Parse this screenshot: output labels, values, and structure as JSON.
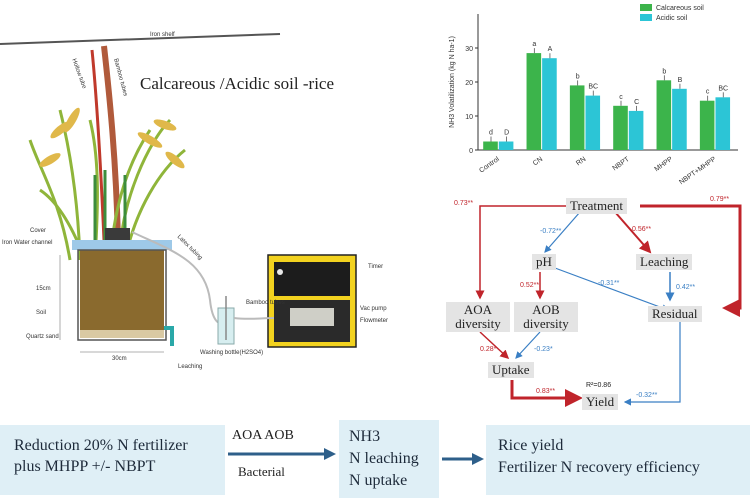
{
  "illustration": {
    "title": "Calcareous /Acidic soil -rice",
    "labels": {
      "iron_shelf": "Iron shelf",
      "cover": "Cover",
      "iron_water_channel": "Iron Water channel",
      "15cm": "15cm",
      "soil": "Soil",
      "quartz_sand": "Quartz sand",
      "30cm": "30cm",
      "leaching": "Leaching",
      "latex_tubing": "Latex tubing",
      "timer": "Timer",
      "vac_pump": "Vac pump",
      "flowmeter": "Flowmeter",
      "washing_bottle": "Washing bottle(H2SO4)",
      "bamboo_tube": "Bamboo tubes",
      "hollow_tube": "Hollow tube"
    }
  },
  "chart_data": {
    "type": "bar",
    "ylabel": "NH3 Volatilization (kg N ha-1)",
    "ylim": [
      0,
      40
    ],
    "yticks": [
      0,
      10,
      20,
      30
    ],
    "categories": [
      "Control",
      "CN",
      "RN",
      "NBPT",
      "MHPP",
      "NBPT+MHPP"
    ],
    "series": [
      {
        "name": "Calcareous soil",
        "color": "#3cb44b",
        "values": [
          2.5,
          28.5,
          19,
          13,
          20.5,
          14.5
        ],
        "letters": [
          "d",
          "a",
          "b",
          "c",
          "b",
          "c"
        ]
      },
      {
        "name": "Acidic soil",
        "color": "#2cc5d6",
        "values": [
          2.5,
          27,
          16,
          11.5,
          18,
          15.5
        ],
        "letters": [
          "D",
          "A",
          "BC",
          "C",
          "B",
          "BC"
        ]
      }
    ]
  },
  "path_model": {
    "nodes": {
      "treatment": "Treatment",
      "ph": "pH",
      "leaching": "Leaching",
      "aoa": "AOA diversity",
      "aob": "AOB diversity",
      "residual": "Residual",
      "uptake": "Uptake",
      "yield": "Yield"
    },
    "coefficients": {
      "t_aoa": "0.73**",
      "t_ph": "-0.72**",
      "t_leach": "0.56**",
      "t_res": "0.79**",
      "ph_aob": "0.52**",
      "ph_res": "-0.31**",
      "leach_res": "0.42**",
      "aoa_up": "0.28*",
      "aob_up": "-0.23*",
      "up_yield": "0.83**",
      "res_yield": "-0.32**",
      "yield_r2": "R²=0.86"
    }
  },
  "flow": {
    "box1_line1": "Reduction 20% N fertilizer",
    "box1_line2": "plus MHPP +/- NBPT",
    "mid_top": "AOA AOB",
    "mid_bottom": "Bacterial",
    "box2_line1": "NH3",
    "box2_line2": "N leaching",
    "box2_line3": "N uptake",
    "box3_line1": "Rice yield",
    "box3_line2": "Fertilizer N recovery efficiency"
  }
}
